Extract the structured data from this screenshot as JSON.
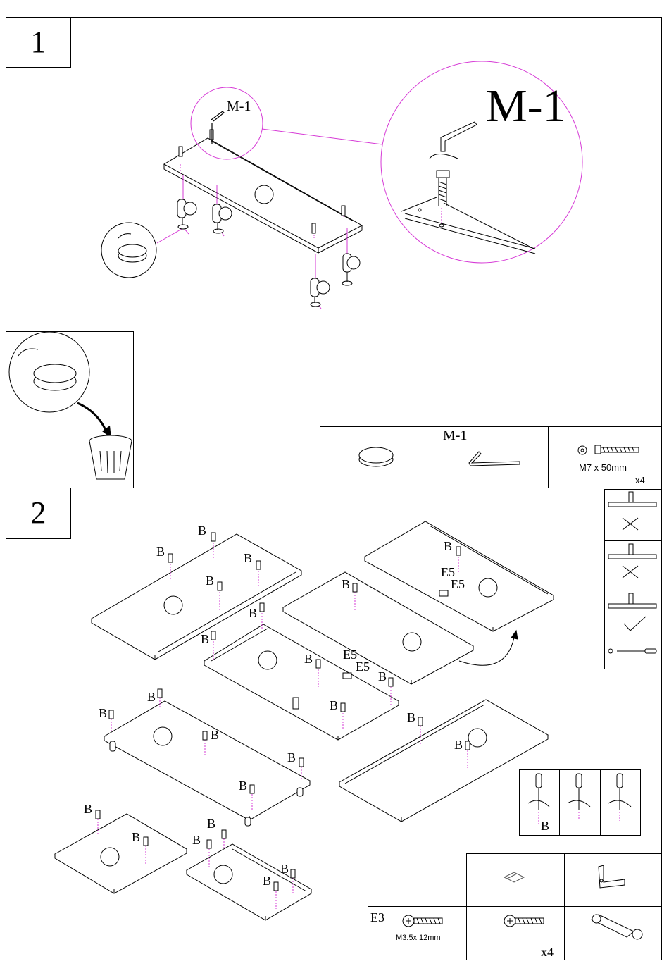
{
  "steps": {
    "step1": {
      "number": "1"
    },
    "step2": {
      "number": "2"
    }
  },
  "detail": {
    "callout_label": "M-1",
    "main_label": "M-1"
  },
  "parts_table_1": {
    "tool_label": "M-1",
    "bolt_spec": "M7 x 50mm",
    "bolt_qty": "x4"
  },
  "step2_labels": {
    "b": "B",
    "e5": "E5"
  },
  "parts_table_2": {
    "e3_code": "E3",
    "e3_spec": "M3.5x 12mm",
    "screw_qty": "x4"
  },
  "screw_legend": {
    "b": "B"
  },
  "colors": {
    "guide": "#d63ad6",
    "line": "#000000"
  }
}
